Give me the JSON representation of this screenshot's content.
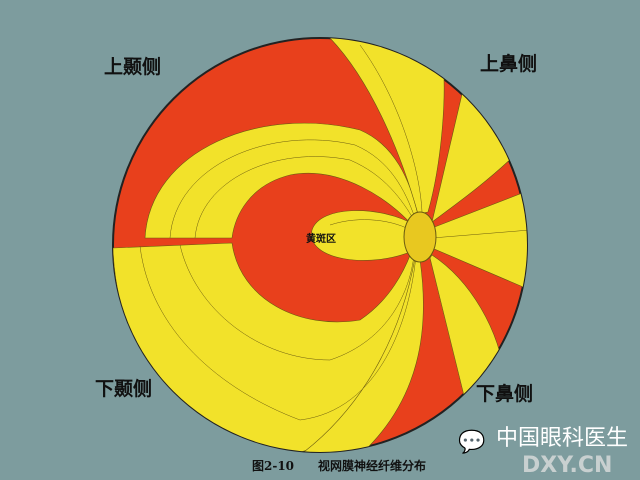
{
  "labels": {
    "upper_temporal": "上颞侧",
    "upper_nasal": "上鼻侧",
    "lower_temporal": "下颞侧",
    "lower_nasal": "下鼻侧",
    "macula": "黄斑区"
  },
  "caption": {
    "figure": "图2-10",
    "title": "视网膜神经纤维分布"
  },
  "watermark": {
    "name": "中国眼科医生",
    "site": "DXY.CN"
  },
  "colors": {
    "retina": "#e8401c",
    "fibers": "#f2e22a",
    "background": "#7d9c9e"
  }
}
